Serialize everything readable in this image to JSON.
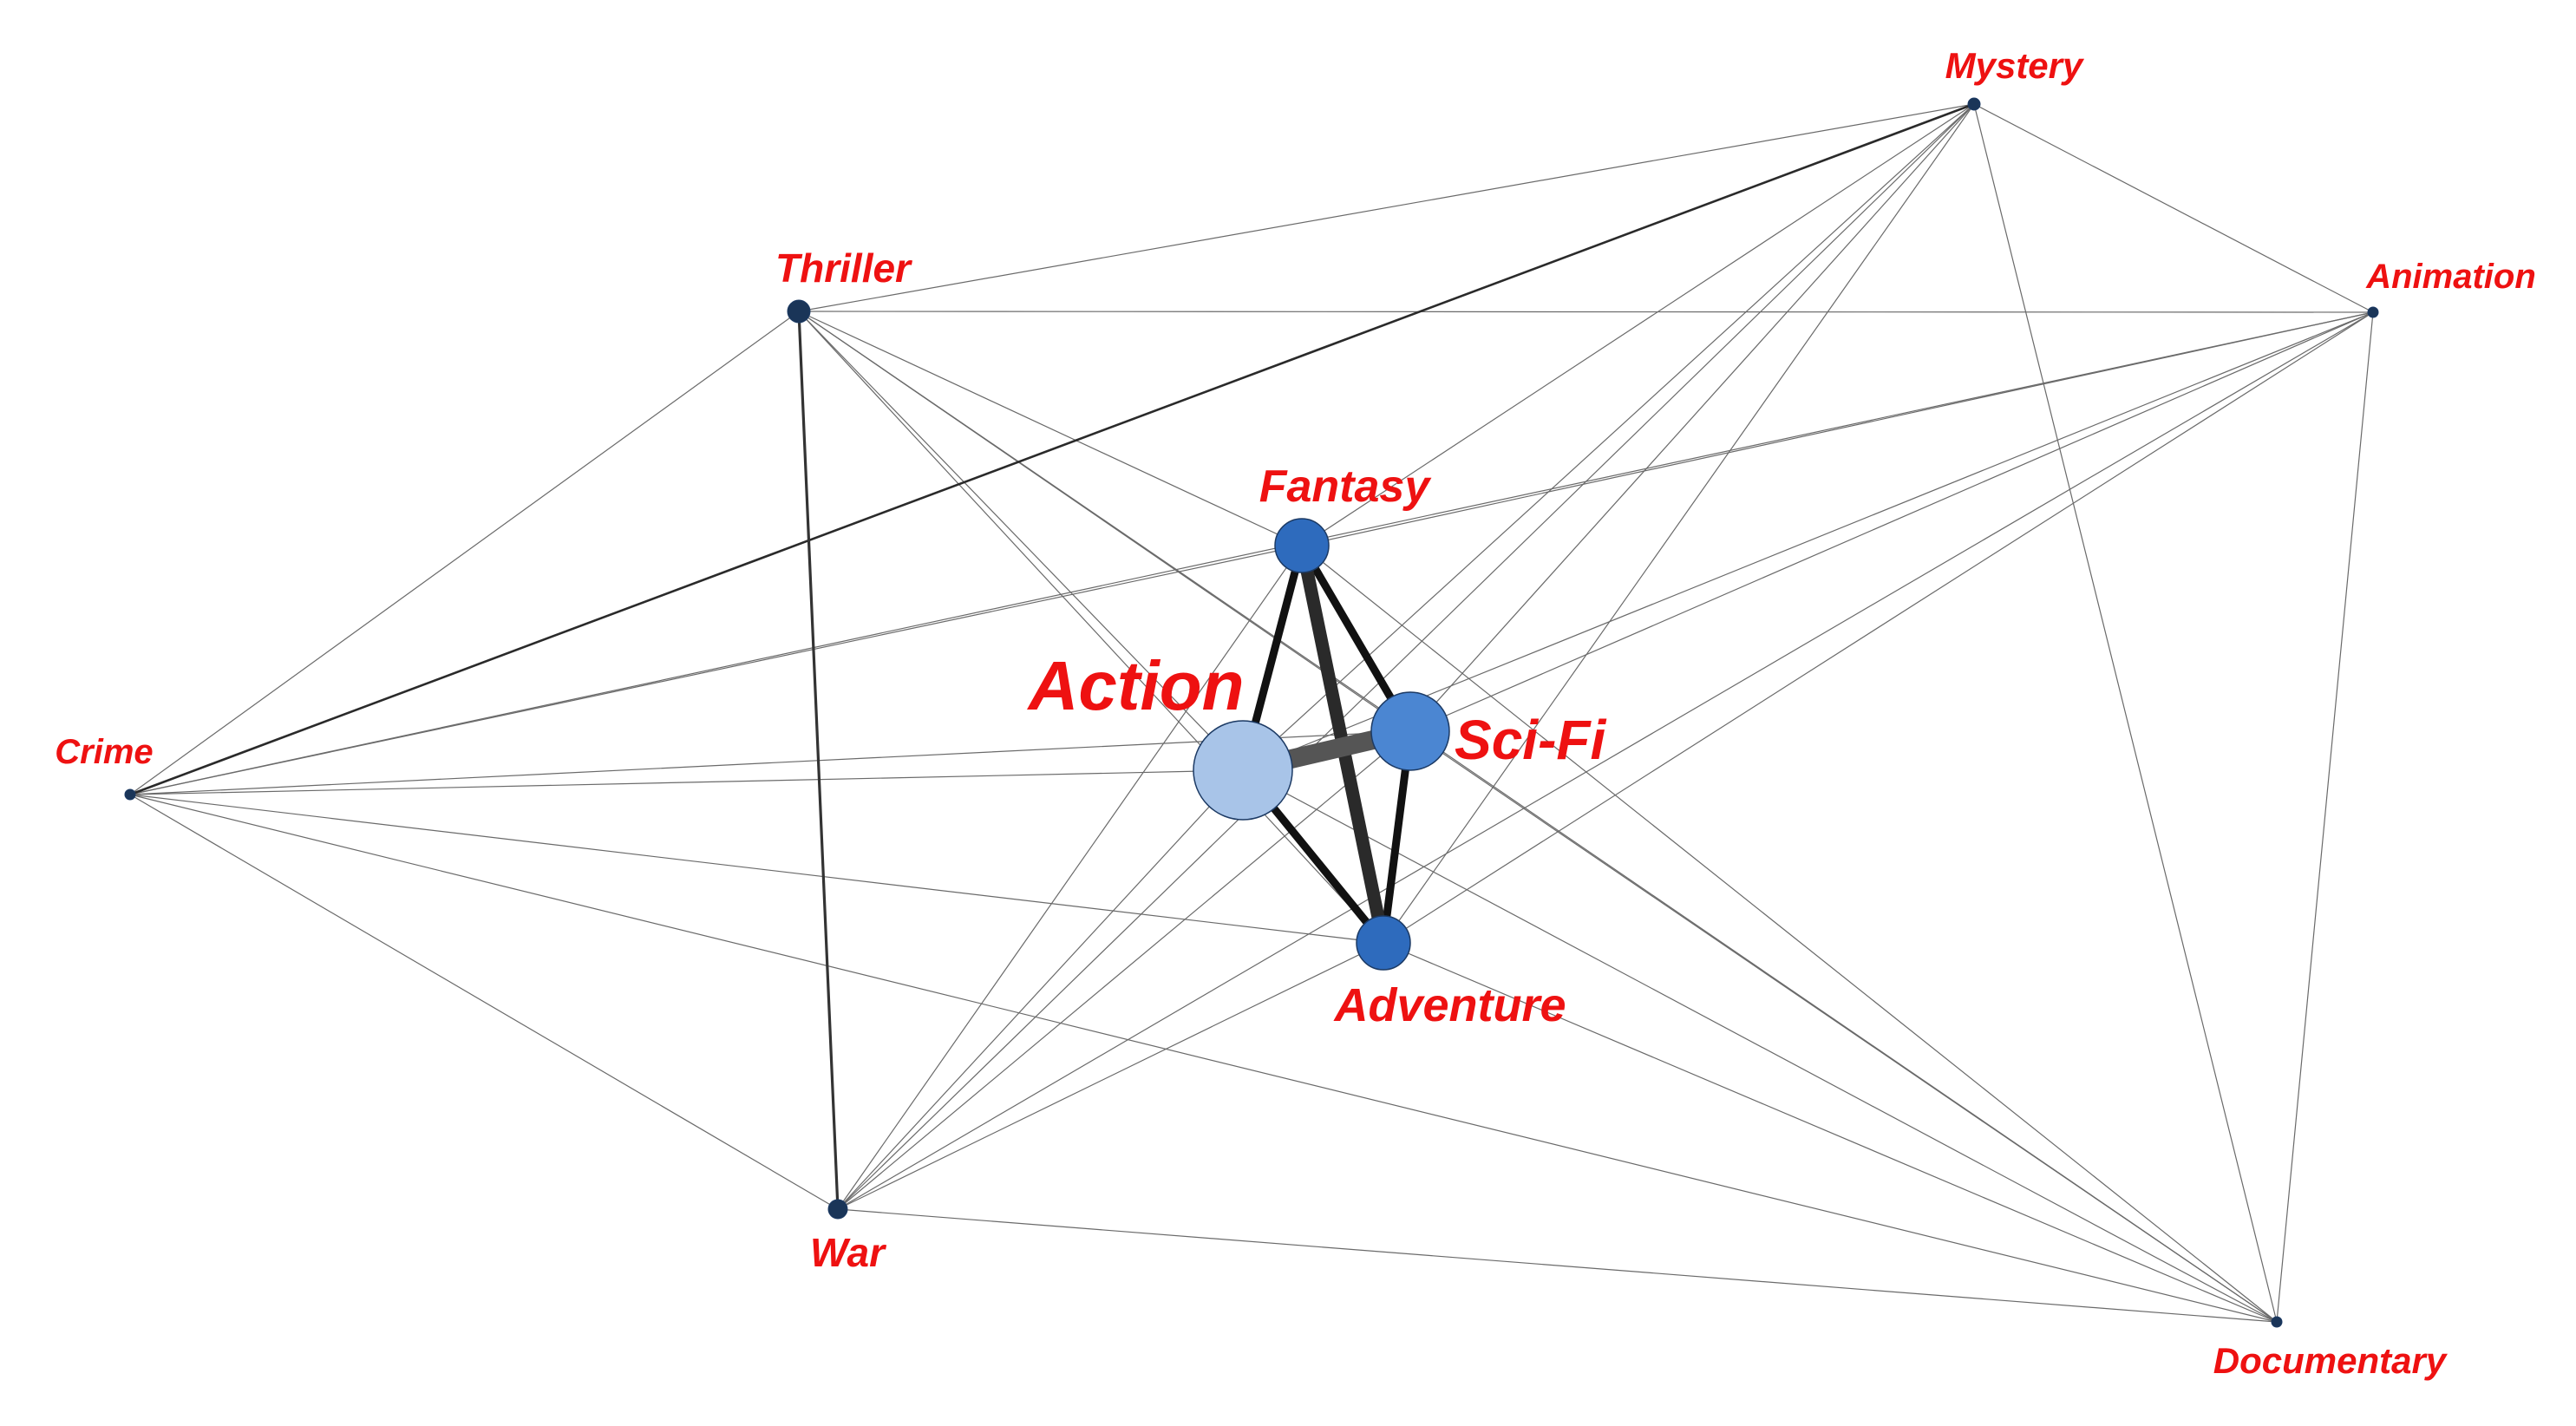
{
  "graph": {
    "colors": {
      "label": "#ee1111",
      "edge": "#222222",
      "node_dark": "#1a3558",
      "node_mid": "#2e6bbd",
      "node_light": "#a8c4e8",
      "node_scifi": "#4b86d2"
    },
    "nodes": [
      {
        "id": "mystery",
        "label": "Mystery",
        "weight": 1
      },
      {
        "id": "thriller",
        "label": "Thriller",
        "weight": 2
      },
      {
        "id": "animation",
        "label": "Animation",
        "weight": 1
      },
      {
        "id": "fantasy",
        "label": "Fantasy",
        "weight": 4
      },
      {
        "id": "action",
        "label": "Action",
        "weight": 7
      },
      {
        "id": "scifi",
        "label": "Sci-Fi",
        "weight": 5
      },
      {
        "id": "crime",
        "label": "Crime",
        "weight": 1
      },
      {
        "id": "adventure",
        "label": "Adventure",
        "weight": 4
      },
      {
        "id": "war",
        "label": "War",
        "weight": 2
      },
      {
        "id": "documentary",
        "label": "Documentary",
        "weight": 1
      }
    ],
    "edges": [
      {
        "source": "action",
        "target": "scifi",
        "weight": 9
      },
      {
        "source": "fantasy",
        "target": "adventure",
        "weight": 8
      },
      {
        "source": "fantasy",
        "target": "action",
        "weight": 5
      },
      {
        "source": "fantasy",
        "target": "scifi",
        "weight": 5
      },
      {
        "source": "action",
        "target": "adventure",
        "weight": 5
      },
      {
        "source": "scifi",
        "target": "adventure",
        "weight": 5
      },
      {
        "source": "thriller",
        "target": "war",
        "weight": 2
      },
      {
        "source": "crime",
        "target": "mystery",
        "weight": 1.5
      },
      {
        "source": "thriller",
        "target": "mystery",
        "weight": 1
      },
      {
        "source": "thriller",
        "target": "animation",
        "weight": 1
      },
      {
        "source": "thriller",
        "target": "crime",
        "weight": 1
      },
      {
        "source": "thriller",
        "target": "fantasy",
        "weight": 1
      },
      {
        "source": "thriller",
        "target": "action",
        "weight": 1
      },
      {
        "source": "thriller",
        "target": "scifi",
        "weight": 1
      },
      {
        "source": "thriller",
        "target": "adventure",
        "weight": 1
      },
      {
        "source": "thriller",
        "target": "documentary",
        "weight": 1
      },
      {
        "source": "mystery",
        "target": "animation",
        "weight": 1
      },
      {
        "source": "mystery",
        "target": "fantasy",
        "weight": 1
      },
      {
        "source": "mystery",
        "target": "action",
        "weight": 1
      },
      {
        "source": "mystery",
        "target": "scifi",
        "weight": 1
      },
      {
        "source": "mystery",
        "target": "adventure",
        "weight": 1
      },
      {
        "source": "mystery",
        "target": "war",
        "weight": 1
      },
      {
        "source": "mystery",
        "target": "documentary",
        "weight": 1
      },
      {
        "source": "animation",
        "target": "crime",
        "weight": 1
      },
      {
        "source": "animation",
        "target": "fantasy",
        "weight": 1
      },
      {
        "source": "animation",
        "target": "action",
        "weight": 1
      },
      {
        "source": "animation",
        "target": "scifi",
        "weight": 1
      },
      {
        "source": "animation",
        "target": "adventure",
        "weight": 1
      },
      {
        "source": "animation",
        "target": "war",
        "weight": 1
      },
      {
        "source": "animation",
        "target": "documentary",
        "weight": 1
      },
      {
        "source": "crime",
        "target": "fantasy",
        "weight": 1
      },
      {
        "source": "crime",
        "target": "action",
        "weight": 1
      },
      {
        "source": "crime",
        "target": "scifi",
        "weight": 1
      },
      {
        "source": "crime",
        "target": "adventure",
        "weight": 1
      },
      {
        "source": "crime",
        "target": "war",
        "weight": 1
      },
      {
        "source": "crime",
        "target": "documentary",
        "weight": 1
      },
      {
        "source": "war",
        "target": "fantasy",
        "weight": 1
      },
      {
        "source": "war",
        "target": "action",
        "weight": 1
      },
      {
        "source": "war",
        "target": "scifi",
        "weight": 1
      },
      {
        "source": "war",
        "target": "adventure",
        "weight": 1
      },
      {
        "source": "war",
        "target": "documentary",
        "weight": 1
      },
      {
        "source": "documentary",
        "target": "fantasy",
        "weight": 1
      },
      {
        "source": "documentary",
        "target": "action",
        "weight": 1
      },
      {
        "source": "documentary",
        "target": "scifi",
        "weight": 1
      },
      {
        "source": "documentary",
        "target": "adventure",
        "weight": 1
      }
    ]
  }
}
